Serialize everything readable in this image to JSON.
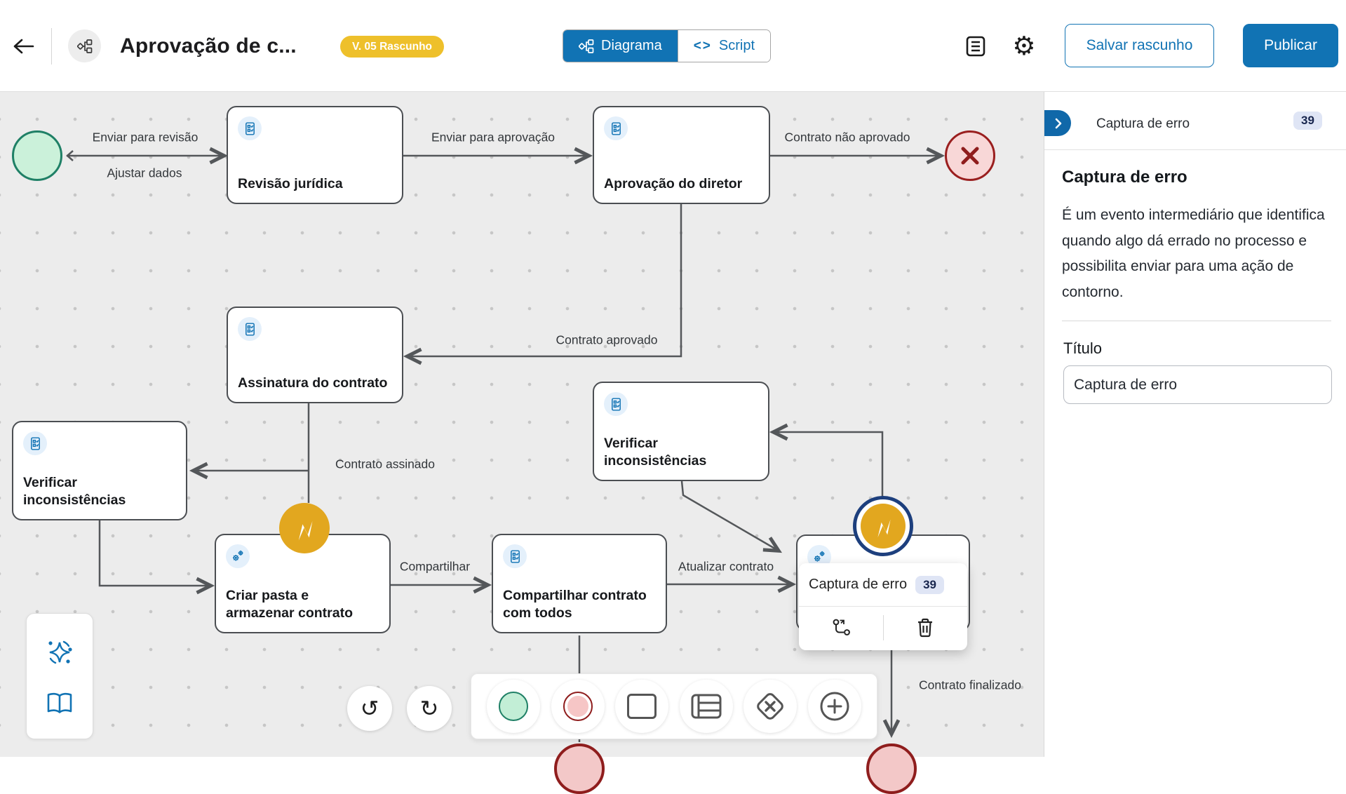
{
  "header": {
    "title": "Aprovação de c...",
    "version_badge": "V. 05 Rascunho",
    "tab_diagram": "Diagrama",
    "tab_script": "Script",
    "save_draft": "Salvar rascunho",
    "publish": "Publicar"
  },
  "panel": {
    "title": "Captura de erro",
    "badge": "39",
    "heading": "Captura de erro",
    "description": "É um evento intermediário que identifica quando algo dá errado no processo e possibilita enviar para uma ação de contorno.",
    "field_label": "Título",
    "field_value": "Captura de erro"
  },
  "nodes": {
    "revisao_juridica": "Revisão jurídica",
    "aprovacao_diretor": "Aprovação do diretor",
    "assinatura_contrato": "Assinatura do contrato",
    "verificar_inconsistencias_left": "Verificar inconsistências",
    "criar_pasta": "Criar pasta e armazenar contrato",
    "compartilhar_contrato": "Compartilhar contrato com todos",
    "verificar_inconsistencias_right": "Verificar inconsistências",
    "captura_erro": "Captura de erro",
    "captura_erro_badge": "39"
  },
  "edges": {
    "enviar_revisao": "Enviar para revisão",
    "ajustar_dados": "Ajustar dados",
    "enviar_aprovacao": "Enviar para aprovação",
    "contrato_nao_aprovado": "Contrato não aprovado",
    "contrato_aprovado": "Contrato aprovado",
    "contrato_assinado": "Contrato assinado",
    "compartilhar": "Compartilhar",
    "atualizar_contrato": "Atualizar contrato",
    "contrato_finalizado": "Contrato finalizado"
  },
  "colors": {
    "accent_blue": "#1173b4",
    "badge_yellow": "#eec02b",
    "event_green_fill": "#cbf1da",
    "event_green_border": "#1f8066",
    "event_red": "#8f1d1d",
    "event_gold": "#e2a71f",
    "selection_navy": "#1d3f7d"
  }
}
